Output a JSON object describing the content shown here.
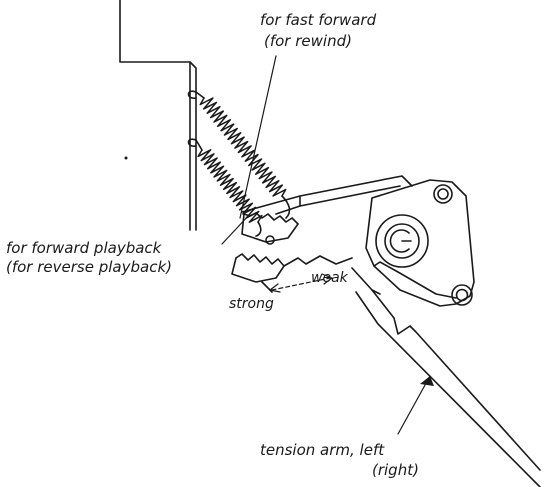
{
  "labels": {
    "fast_forward": "for fast forward",
    "rewind": "(for rewind)",
    "forward_playback": "for forward playback",
    "reverse_playback": "(for reverse playback)",
    "weak": "weak",
    "strong": "strong",
    "tension_arm": "tension arm, left",
    "tension_arm_alt": "(right)"
  },
  "colors": {
    "ink": "#1a1a1a",
    "paper": "#ffffff"
  }
}
